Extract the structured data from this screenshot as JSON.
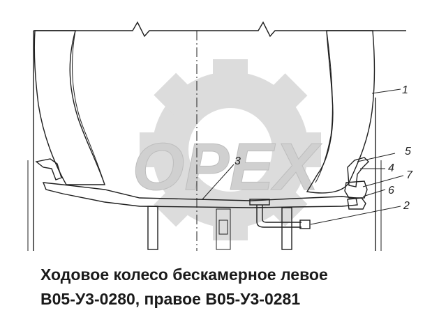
{
  "watermark": "OPEX",
  "callouts": [
    "1",
    "2",
    "3",
    "4",
    "5",
    "6",
    "7"
  ],
  "caption": {
    "line1": "Ходовое колесо бескамерное левое",
    "line2": "В05-У3-0280, правое В05-У3-0281"
  },
  "colors": {
    "line": "#1f1f1f",
    "watermark": "#d6d6d6",
    "background": "#ffffff"
  }
}
